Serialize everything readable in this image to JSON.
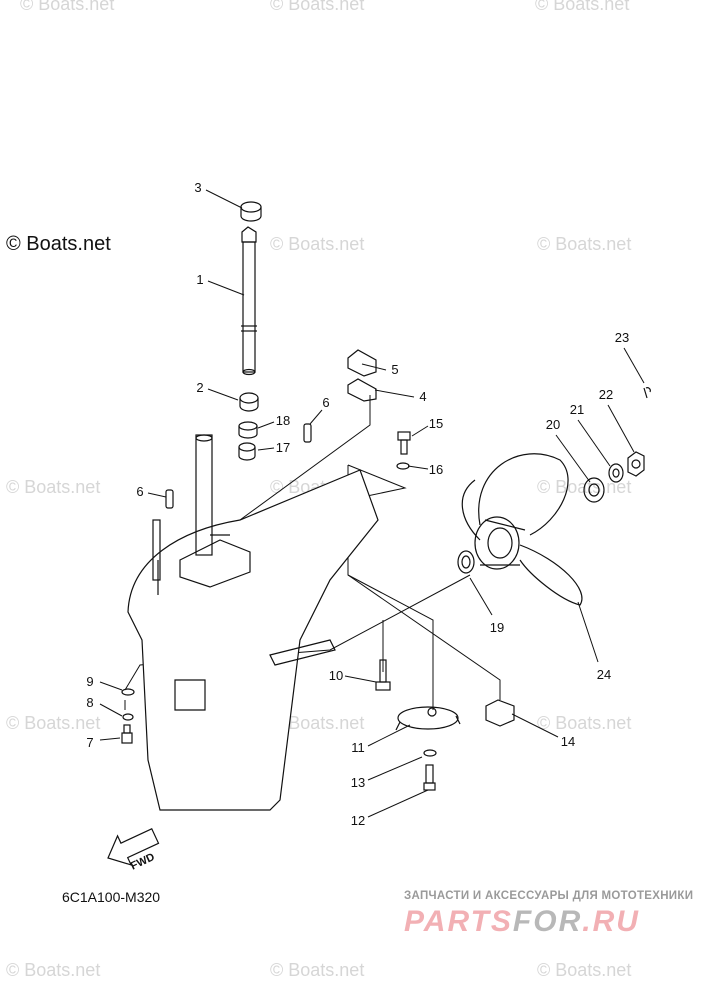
{
  "watermark": "© Boats.net",
  "diagram_code": "6C1A100-M320",
  "fwd_label": "FWD",
  "promo": {
    "tagline": "ЗАПЧАСТИ И АКСЕССУАРЫ ДЛЯ МОТОТЕХНИКИ",
    "logo_part1": "PARTS",
    "logo_part2": "FOR",
    "logo_part3": ".RU",
    "colors": {
      "pink": "#f2b0b4",
      "gray": "#b8b8b8"
    }
  },
  "callouts": [
    "1",
    "2",
    "3",
    "4",
    "5",
    "6",
    "6",
    "7",
    "8",
    "9",
    "10",
    "11",
    "12",
    "13",
    "14",
    "15",
    "16",
    "17",
    "18",
    "19",
    "20",
    "21",
    "22",
    "23",
    "24"
  ]
}
